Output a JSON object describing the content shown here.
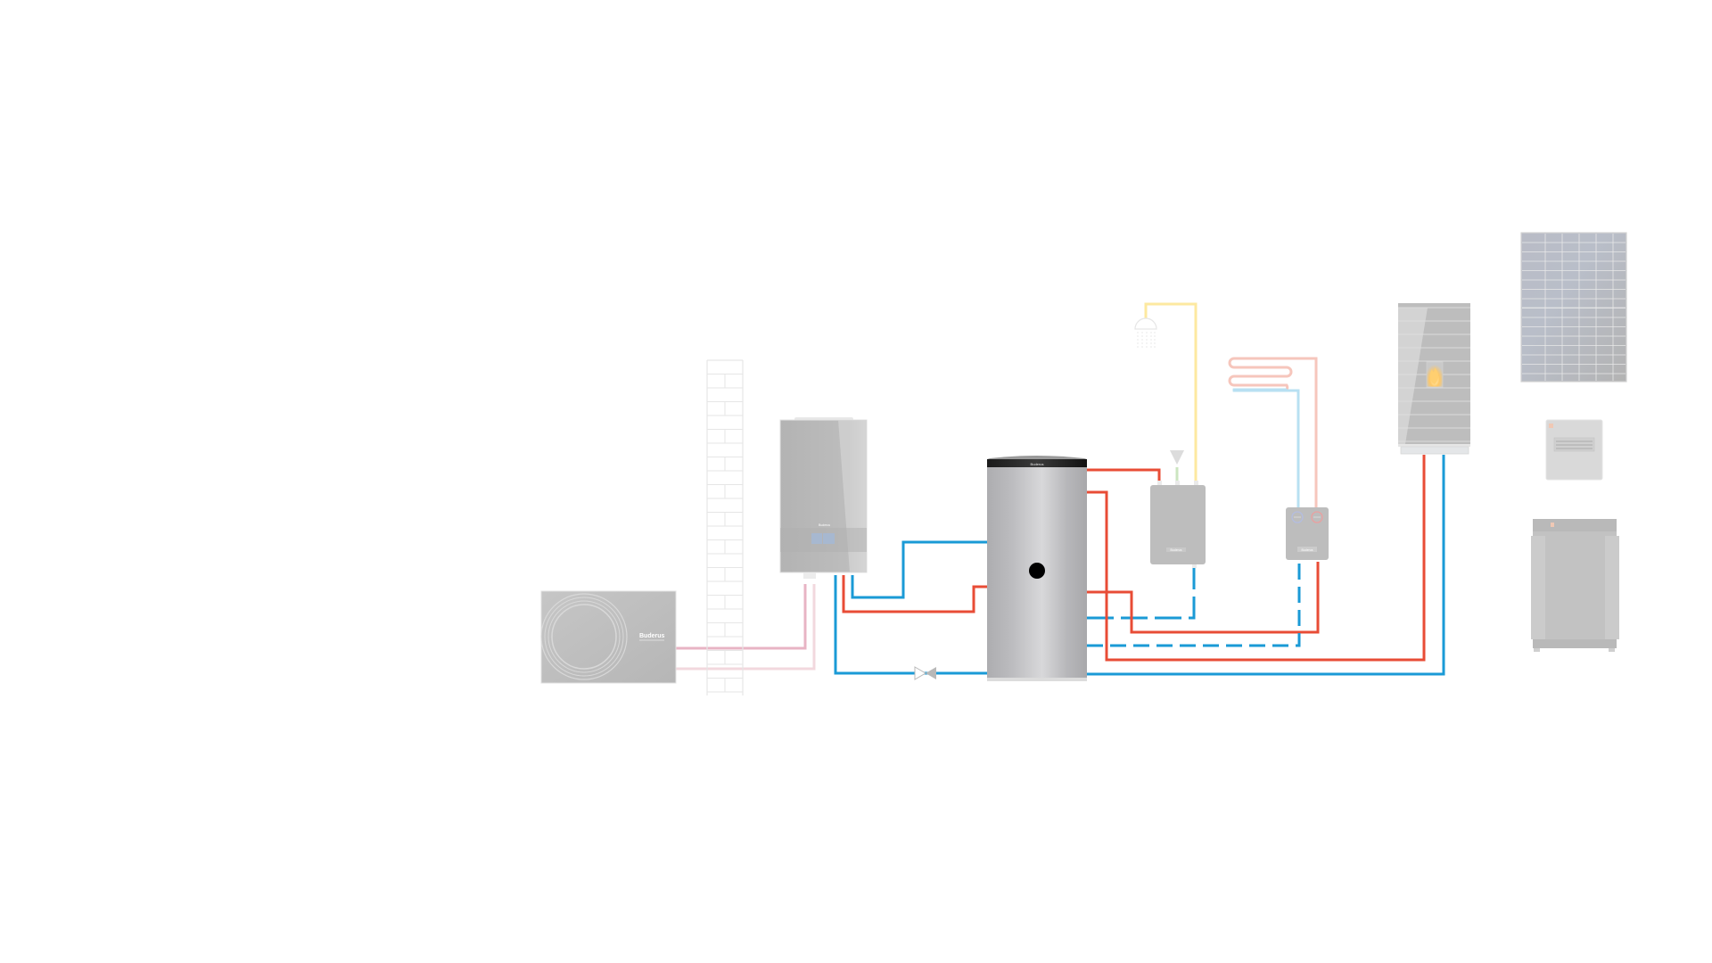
{
  "diagram": {
    "title": "Hybrid heating system schematic",
    "brand": "Buderus",
    "colors": {
      "supply_red": "#e84c36",
      "return_blue": "#1a9ad6",
      "refrigerant_pink": "#e8b4c4",
      "refrigerant_pink_light": "#f2d8de",
      "hot_water_yellow": "#fde9a0",
      "cold_water_green": "#cce5c0",
      "floor_heat_pink": "#f6c6bc",
      "floor_heat_blue": "#b8e0f2",
      "device_gray": "#bdbdbd"
    },
    "components": [
      {
        "id": "heat-pump",
        "label": "Air-to-water heat pump",
        "brand_label": "Buderus"
      },
      {
        "id": "wall",
        "label": "Building wall"
      },
      {
        "id": "boiler",
        "label": "Wall-mounted boiler",
        "brand_label": "Buderus"
      },
      {
        "id": "buffer-tank",
        "label": "Buffer storage tank",
        "brand_label": "Buderus"
      },
      {
        "id": "fresh-water-station",
        "label": "Fresh water station",
        "brand_label": "Buderus"
      },
      {
        "id": "shower",
        "label": "Shower / domestic hot water"
      },
      {
        "id": "mixing-station",
        "label": "Heating circuit mixing station",
        "brand_label": "Buderus"
      },
      {
        "id": "floor-heating",
        "label": "Underfloor heating"
      },
      {
        "id": "stove",
        "label": "Pellet stove"
      },
      {
        "id": "solar-panel",
        "label": "Photovoltaic module"
      },
      {
        "id": "inverter",
        "label": "Inverter"
      },
      {
        "id": "battery",
        "label": "Battery storage"
      }
    ]
  }
}
